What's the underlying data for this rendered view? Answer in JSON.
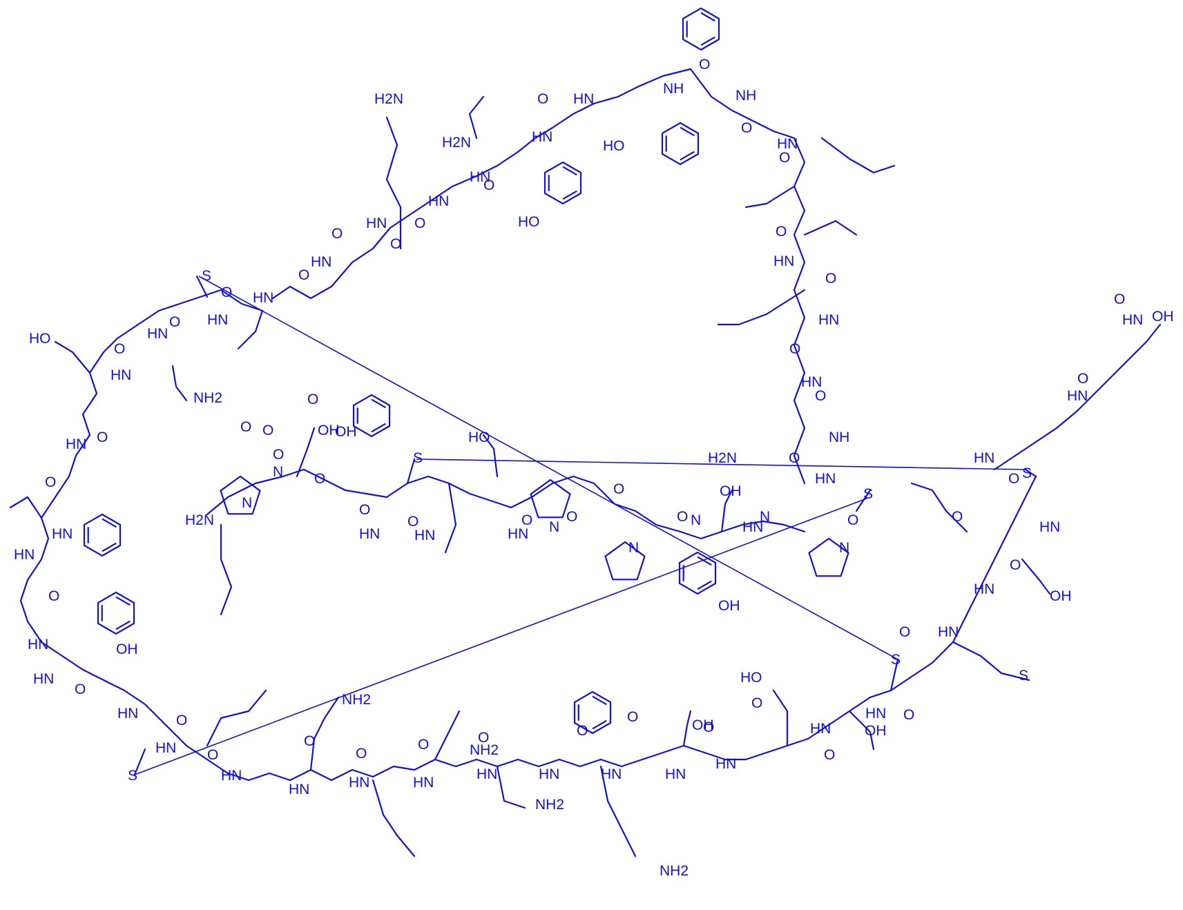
{
  "colors": {
    "ink": "#1010d8",
    "background": "#ffffff"
  },
  "atom_labels": [
    "NH",
    "HN",
    "N",
    "O",
    "S",
    "OH",
    "HO",
    "H2N",
    "NH2",
    "HN=",
    "H",
    "HO."
  ],
  "labels": {
    "ala_cooh_oh": "OH",
    "ala_cooh_o": "O",
    "thr_ho": "HO",
    "thr_oh_1": "OH",
    "thr_oh_2": "OH",
    "tyr_ho_1": "HO",
    "tyr_ho_2": "HO",
    "tyr_oh_3": "OH",
    "tyr_oh_4": "OH",
    "lys_h2n_1": "H2N",
    "lys_h2n_2": "H2N",
    "lys_nh2_3": "NH2",
    "lys_nh2_4": "NH2",
    "asn_h2n": "H2N",
    "gln_nh2": "NH2",
    "asn_nh2_2": "NH2",
    "asn_nh2_3": "NH2",
    "arg_n_h2n": "H2N",
    "glu_oh_1": "OH",
    "glu_oh_2": "HO",
    "glu_oh_3": "HO",
    "asp_oh_1": "OH",
    "asp_oh_2": "OH",
    "ser_oh": "OH",
    "met_s": "S"
  }
}
